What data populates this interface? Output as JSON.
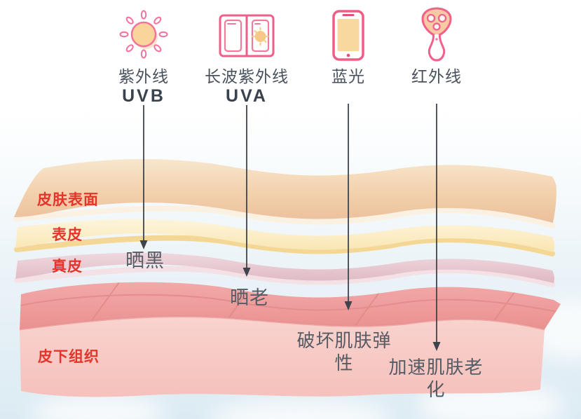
{
  "light_sources": [
    {
      "name": "紫外线",
      "code": "UVB",
      "effect": "晒黑",
      "icon": "sun-icon"
    },
    {
      "name": "长波紫外线",
      "code": "UVA",
      "effect": "晒老",
      "icon": "window-icon"
    },
    {
      "name": "蓝光",
      "code": "",
      "effect": "破坏肌肤弹性",
      "icon": "phone-icon"
    },
    {
      "name": "红外线",
      "code": "",
      "effect": "加速肌肤老化",
      "icon": "beauty-device-icon"
    }
  ],
  "skin_layers": [
    {
      "label": "皮肤表面",
      "color": "#f0c8a2"
    },
    {
      "label": "表皮",
      "color": "#fbeec9"
    },
    {
      "label": "真皮",
      "color": "#e8ccd4"
    },
    {
      "label": "皮下组织",
      "color": "#f8cfca"
    }
  ],
  "colors": {
    "label_red": "#e5352b",
    "text_dark": "#49525c",
    "arrow": "#3f444b",
    "icon_outline_pink": "#ef5f88",
    "icon_fill_orange": "#f9d8a0",
    "subcutis_top": "#ee9f9e",
    "sky_blue": "#dcebf3"
  }
}
